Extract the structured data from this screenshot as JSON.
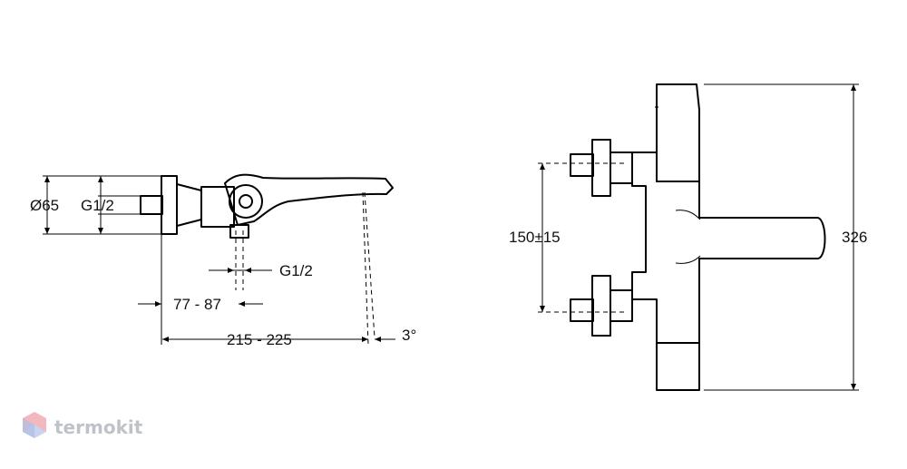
{
  "side_view": {
    "dim_diameter": "Ø65",
    "dim_thread_inlet": "G1/2",
    "dim_thread_outlet": "G1/2",
    "dim_offset": "77 - 87",
    "dim_length": "215 - 225",
    "dim_angle": "3°"
  },
  "front_view": {
    "dim_spacing": "150±15",
    "dim_height": "326"
  },
  "watermark": {
    "brand": "termokit",
    "logo_colors": [
      "#f2b8bd",
      "#c9d3f0",
      "#aebde6"
    ]
  }
}
